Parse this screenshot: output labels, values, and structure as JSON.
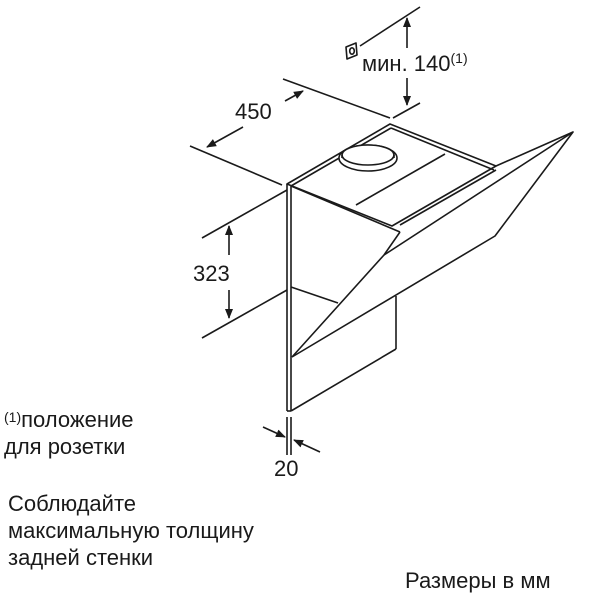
{
  "drawing": {
    "subject": "wall-mounted hood dimension drawing",
    "dimensions": {
      "depth": "450",
      "height": "323",
      "back_wall_thickness": "20",
      "socket_min_prefix": "мин. 140",
      "socket_min_sup": "(1)"
    }
  },
  "notes": {
    "footnote_marker": "(1)",
    "footnote_line1": "положение",
    "footnote_line2": "для розетки",
    "warning_line1": "Соблюдайте",
    "warning_line2": "максимальную толщину",
    "warning_line3": "задней стенки",
    "units": "Размеры в мм"
  },
  "colors": {
    "line": "#1a1a1a",
    "background": "#ffffff"
  }
}
